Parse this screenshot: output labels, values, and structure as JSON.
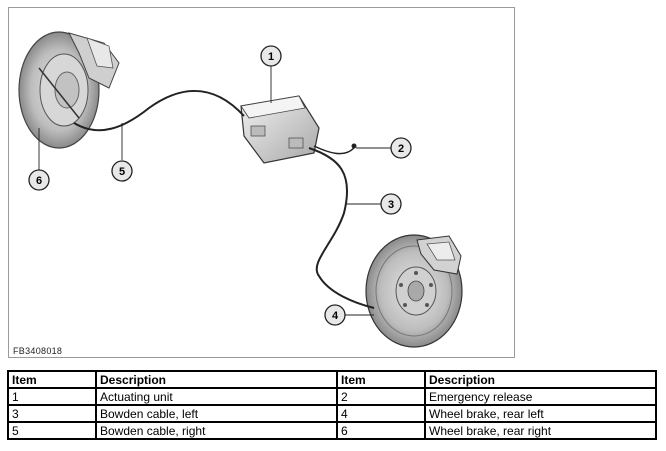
{
  "figure": {
    "id": "FB3408018",
    "callouts": [
      "1",
      "2",
      "3",
      "4",
      "5",
      "6"
    ]
  },
  "table": {
    "headers": [
      "Item",
      "Description",
      "Item",
      "Description"
    ],
    "rows": [
      [
        "1",
        "Actuating unit",
        "2",
        "Emergency release"
      ],
      [
        "3",
        "Bowden cable, left",
        "4",
        "Wheel brake, rear left"
      ],
      [
        "5",
        "Bowden cable, right",
        "6",
        "Wheel brake, rear right"
      ]
    ]
  }
}
